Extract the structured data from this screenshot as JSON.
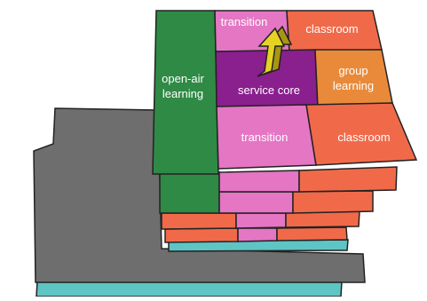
{
  "colors": {
    "gray": "#6e6e6e",
    "cyan": "#5fc4c4",
    "green": "#2f8a45",
    "pink": "#e476c4",
    "coral": "#f06a4a",
    "purple": "#8a1f8e",
    "orange": "#e98a3a",
    "arrow": "#d7c51c",
    "outline": "#222222"
  },
  "labels": {
    "transition_top": "transition",
    "classroom_top": "classroom",
    "open_air_1": "open-air",
    "open_air_2": "learning",
    "group_1": "group",
    "group_2": "learning",
    "service_core": "service core",
    "transition_mid": "transition",
    "classroom_mid": "classroom"
  },
  "icons": {
    "arrow": "up-arrow-icon"
  }
}
